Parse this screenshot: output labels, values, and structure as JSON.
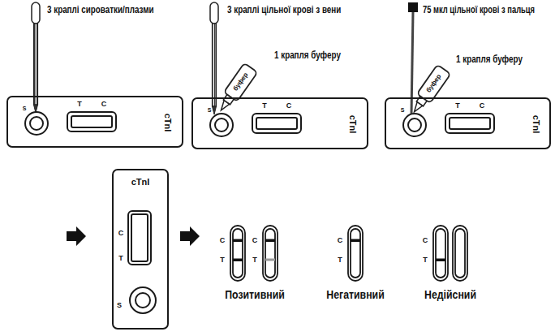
{
  "diagram": {
    "nodes": [
      {
        "text": [
          "T",
          "C",
          "cTnI",
          "S"
        ]
      },
      {
        "text": [
          "T",
          "C",
          "cTnI",
          "S"
        ]
      },
      {
        "text": [
          "T",
          "C",
          "cTnI",
          "S"
        ]
      },
      {
        "text": [
          "cTnI",
          "C",
          "T",
          "S"
        ]
      },
      {
        "text": [
          "C",
          "T"
        ]
      },
      {
        "text": [
          "C",
          "T"
        ]
      },
      {
        "text": [
          "C",
          "T"
        ]
      },
      {
        "text": [
          "C",
          "T"
        ]
      }
    ],
    "labels": [
      "3 краплі сироватки/плазми",
      "3 краплі цільної крові з вени",
      "1 крапля буферу",
      "буфер",
      "75 мкл цільної крові з пальця",
      "1 крапля буферу",
      "буфер",
      "Позитивний",
      "Негативний",
      "Недійсний"
    ]
  }
}
